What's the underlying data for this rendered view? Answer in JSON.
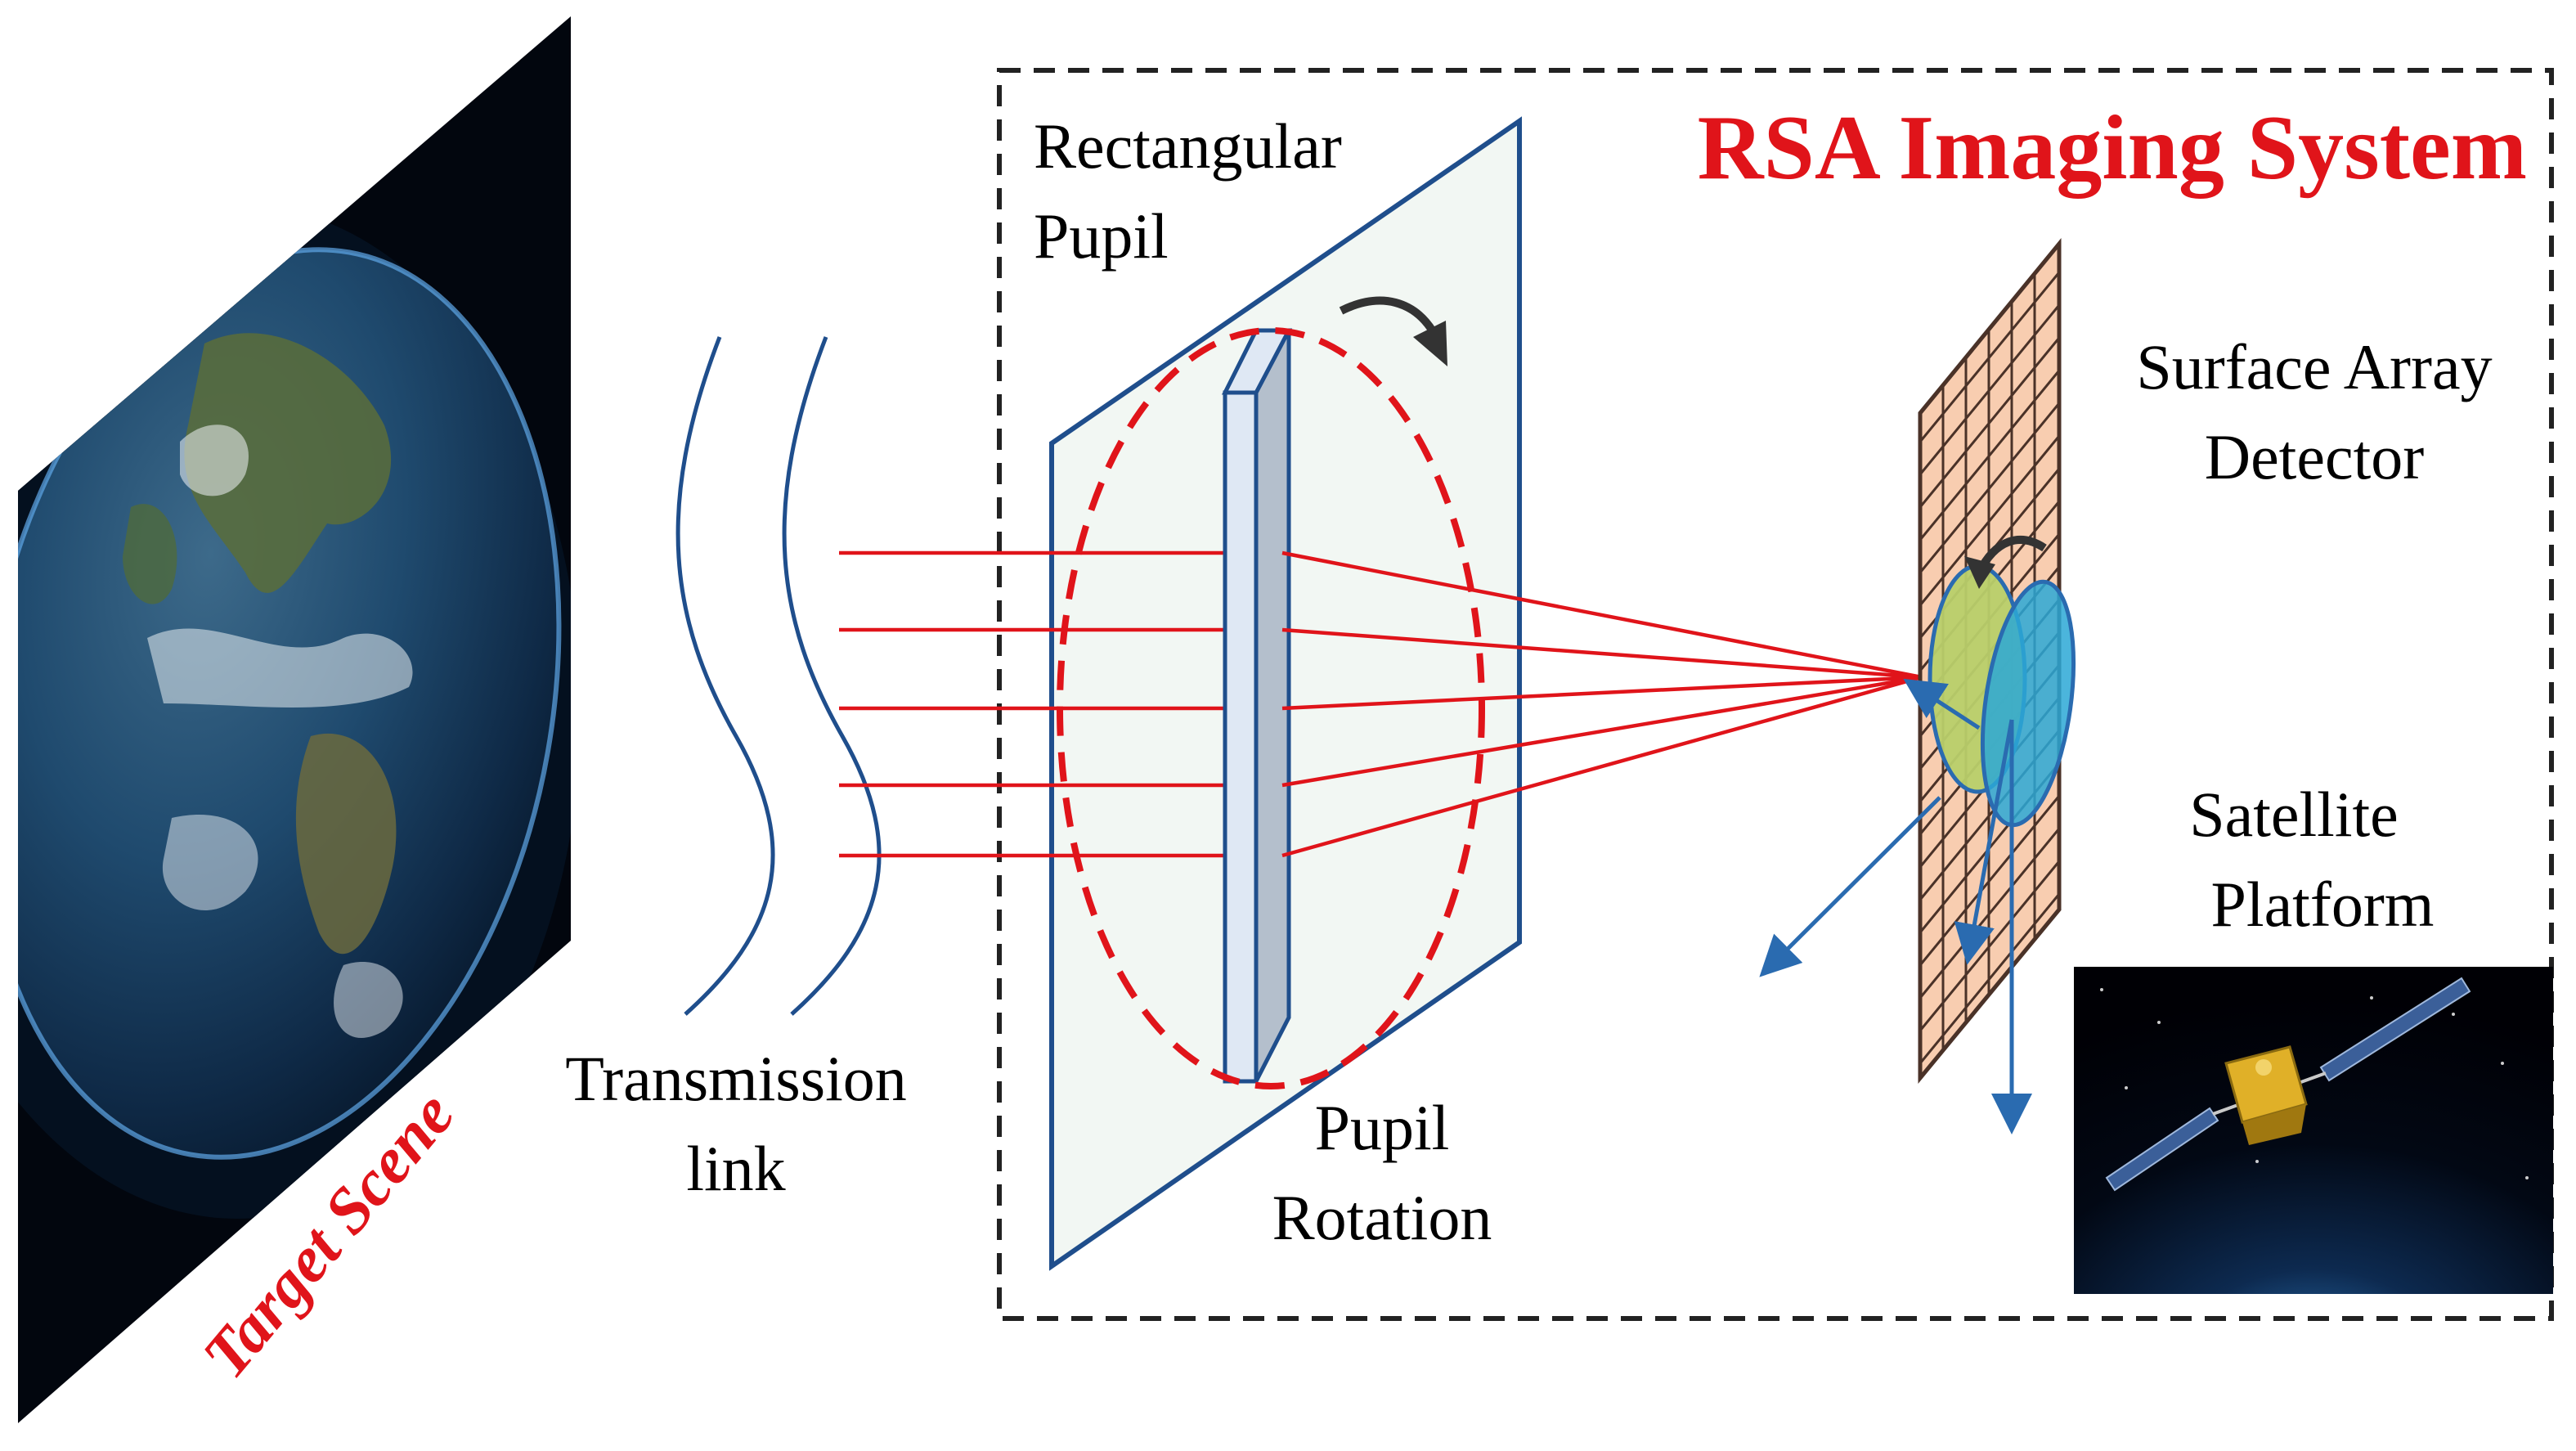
{
  "title": "RSA Imaging System",
  "labels": {
    "pupil_line1": "Rectangular",
    "pupil_line2": "Pupil",
    "detector_line1": "Surface Array",
    "detector_line2": "Detector",
    "satellite_line1": "Satellite",
    "satellite_line2": "Platform",
    "link_line1": "Transmission",
    "link_line2": "link",
    "rotation_line1": "Pupil",
    "rotation_line2": "Rotation",
    "target_scene": "Target Scene"
  },
  "colors": {
    "accent_red": "#e0141a",
    "wave_blue": "#1f4e8c",
    "pupil_plane_fill": "#f2f7f3",
    "pupil_plane_stroke": "#1f4e8c",
    "slit_front": "#dfe8f4",
    "slit_side": "#b4bfcc",
    "detector_fill": "#f8cdb0",
    "detector_grid": "#4a3228",
    "ellipse_green": "#b8cf6a",
    "ellipse_cyan": "#2ba8d6",
    "axis_blue": "#2a6bb0",
    "dashed_frame": "#222222"
  },
  "icons": {
    "earth": "earth-globe-image",
    "satellite": "satellite-image",
    "rotation_arrow": "curved-arrow-icon"
  }
}
